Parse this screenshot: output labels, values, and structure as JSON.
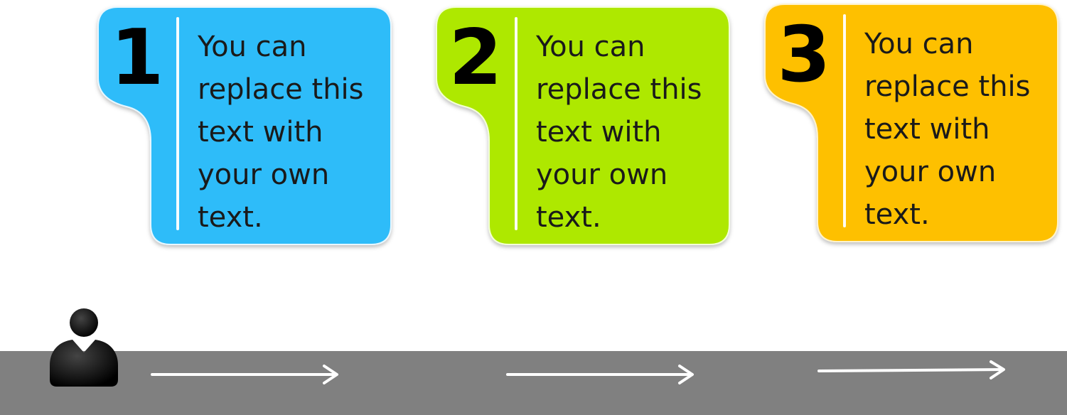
{
  "steps": [
    {
      "number": "1",
      "text": "You can replace this text with your own text.",
      "color": "#2dbcf9"
    },
    {
      "number": "2",
      "text": "You can replace this text with your own text.",
      "color": "#aee800"
    },
    {
      "number": "3",
      "text": "You can replace this text with your own text.",
      "color": "#fec001"
    }
  ],
  "icons": {
    "person": "person-icon",
    "arrow": "arrow-right-icon"
  },
  "colors": {
    "road": "#808080",
    "arrow": "#ffffff"
  }
}
